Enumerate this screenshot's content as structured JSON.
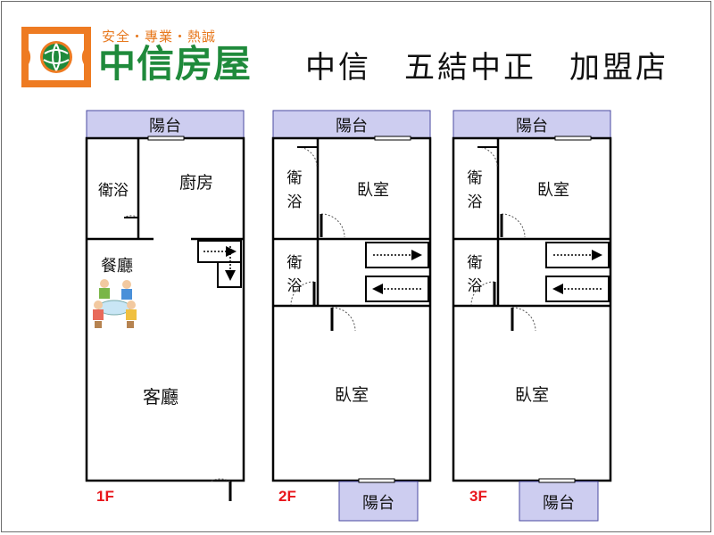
{
  "header": {
    "slogan": "安全・專業・熱誠",
    "brand": "中信房屋",
    "store_name": "中信　五結中正　加盟店"
  },
  "floors": [
    {
      "label": "1F",
      "balcony": "陽台",
      "rooms": {
        "bath": "衛浴",
        "kitchen": "廚房",
        "dining": "餐廳",
        "living": "客廳"
      }
    },
    {
      "label": "2F",
      "balcony_top": "陽台",
      "balcony_bottom": "陽台",
      "rooms": {
        "bath1_a": "衛",
        "bath1_b": "浴",
        "bedroom1": "臥室",
        "bath2_a": "衛",
        "bath2_b": "浴",
        "bedroom2": "臥室"
      }
    },
    {
      "label": "3F",
      "balcony_top": "陽台",
      "balcony_bottom": "陽台",
      "rooms": {
        "bath1_a": "衛",
        "bath1_b": "浴",
        "bedroom1": "臥室",
        "bath2_a": "衛",
        "bath2_b": "浴",
        "bedroom2": "臥室"
      }
    }
  ],
  "colors": {
    "brand_green": "#1f8a3b",
    "brand_orange": "#ee7b22",
    "balcony_fill": "#cdcdf0",
    "floor_label": "#e8151b"
  }
}
